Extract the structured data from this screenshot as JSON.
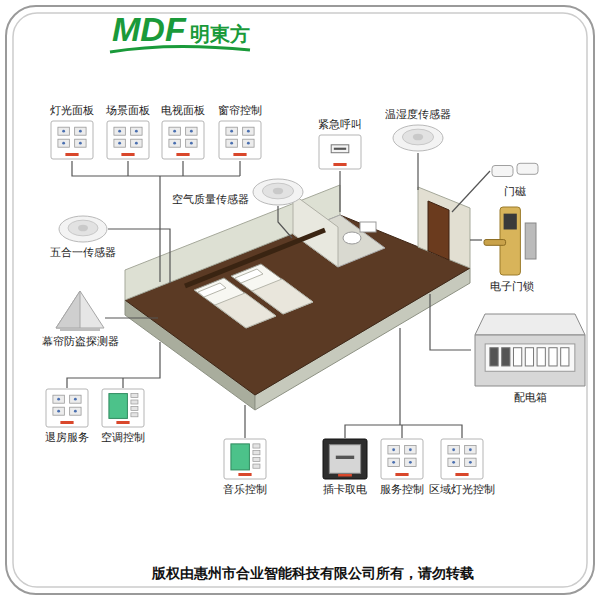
{
  "diagram": {
    "caption": "版权由惠州市合业智能科技有限公司所有，请勿转载",
    "nodes": [
      {
        "text": [
          "灯光面板"
        ]
      },
      {
        "text": [
          "场景面板"
        ]
      },
      {
        "text": [
          "电视面板"
        ]
      },
      {
        "text": [
          "窗帘控制"
        ]
      },
      {
        "text": [
          "紧急呼叫"
        ]
      },
      {
        "text": [
          "温湿度传感器"
        ]
      },
      {
        "text": [
          "空气质量传感器"
        ]
      },
      {
        "text": [
          "门磁"
        ]
      },
      {
        "text": [
          "五合一传感器"
        ]
      },
      {
        "text": [
          "电子门锁"
        ]
      },
      {
        "text": [
          "幕帘防盗探测器"
        ]
      },
      {
        "text": [
          "配电箱"
        ]
      },
      {
        "text": [
          "退房服务"
        ]
      },
      {
        "text": [
          "空调控制"
        ]
      },
      {
        "text": [
          "音乐控制"
        ]
      },
      {
        "text": [
          "插卡取电"
        ]
      },
      {
        "text": [
          "服务控制"
        ]
      },
      {
        "text": [
          "区域灯光控制"
        ]
      }
    ],
    "labels": [
      "MDF",
      "明東方"
    ]
  }
}
